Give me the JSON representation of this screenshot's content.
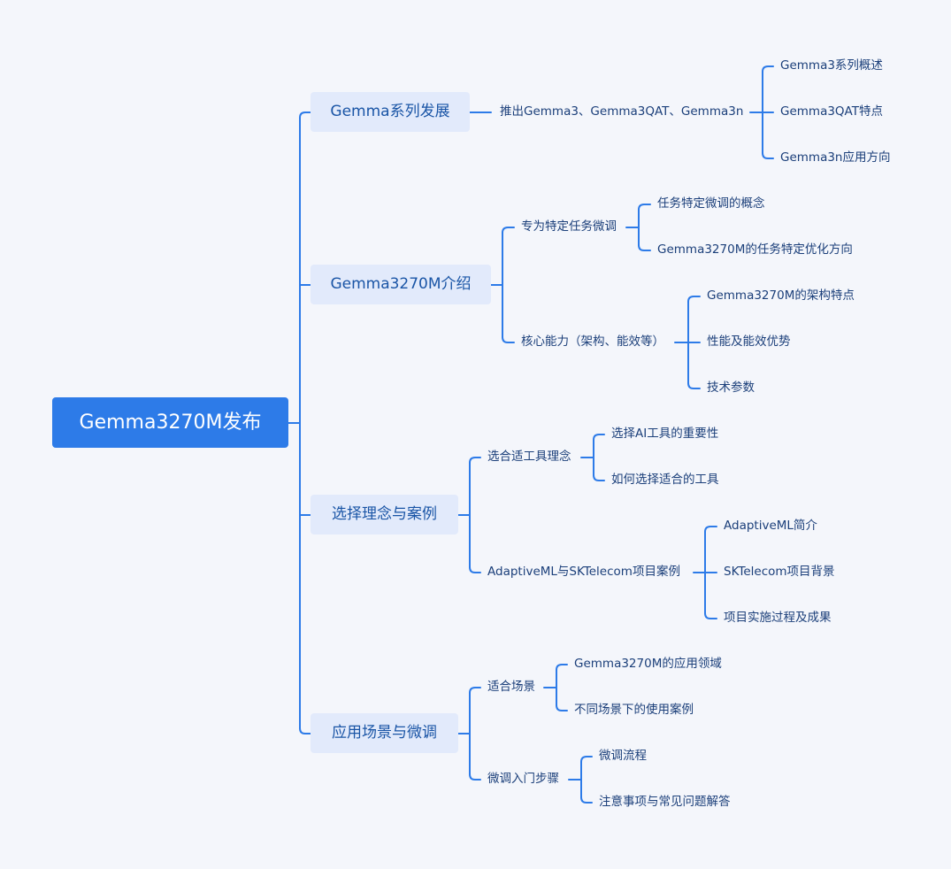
{
  "colors": {
    "background": "#f4f6fb",
    "root": "#2d7be8",
    "branch": "#e2eafb",
    "line": "#2d7be8"
  },
  "root": {
    "text": "Gemma3270M发布",
    "children": [
      {
        "text": "Gemma系列发展",
        "children": [
          {
            "text": "推出Gemma3、Gemma3QAT、Gemma3n",
            "children": [
              {
                "text": "Gemma3系列概述"
              },
              {
                "text": "Gemma3QAT特点"
              },
              {
                "text": "Gemma3n应用方向"
              }
            ]
          }
        ]
      },
      {
        "text": "Gemma3270M介绍",
        "children": [
          {
            "text": "专为特定任务微调",
            "children": [
              {
                "text": "任务特定微调的概念"
              },
              {
                "text": "Gemma3270M的任务特定优化方向"
              }
            ]
          },
          {
            "text": "核心能力（架构、能效等）",
            "children": [
              {
                "text": "Gemma3270M的架构特点"
              },
              {
                "text": "性能及能效优势"
              },
              {
                "text": "技术参数"
              }
            ]
          }
        ]
      },
      {
        "text": "选择理念与案例",
        "children": [
          {
            "text": "选合适工具理念",
            "children": [
              {
                "text": "选择AI工具的重要性"
              },
              {
                "text": "如何选择适合的工具"
              }
            ]
          },
          {
            "text": "AdaptiveML与SKTelecom项目案例",
            "children": [
              {
                "text": "AdaptiveML简介"
              },
              {
                "text": "SKTelecom项目背景"
              },
              {
                "text": "项目实施过程及成果"
              }
            ]
          }
        ]
      },
      {
        "text": "应用场景与微调",
        "children": [
          {
            "text": "适合场景",
            "children": [
              {
                "text": "Gemma3270M的应用领域"
              },
              {
                "text": "不同场景下的使用案例"
              }
            ]
          },
          {
            "text": "微调入门步骤",
            "children": [
              {
                "text": "微调流程"
              },
              {
                "text": "注意事项与常见问题解答"
              }
            ]
          }
        ]
      }
    ]
  }
}
